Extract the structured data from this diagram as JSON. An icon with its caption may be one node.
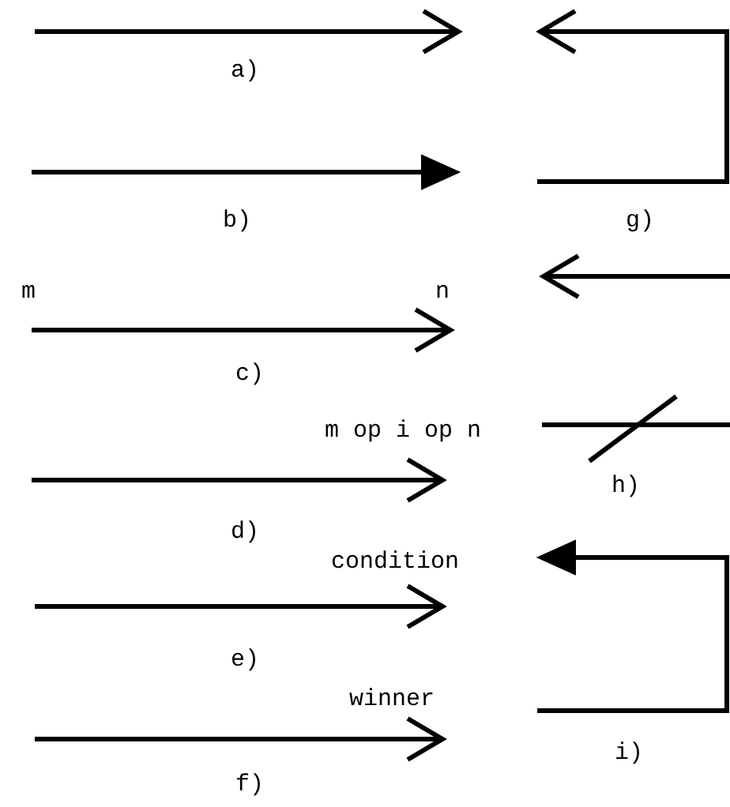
{
  "diagram": {
    "labels": [
      "a)",
      "b)",
      "g)",
      "m",
      "n",
      "c)",
      "m op i op n",
      "h)",
      "d)",
      "condition",
      "e)",
      "winner",
      "i)",
      "f)"
    ]
  }
}
